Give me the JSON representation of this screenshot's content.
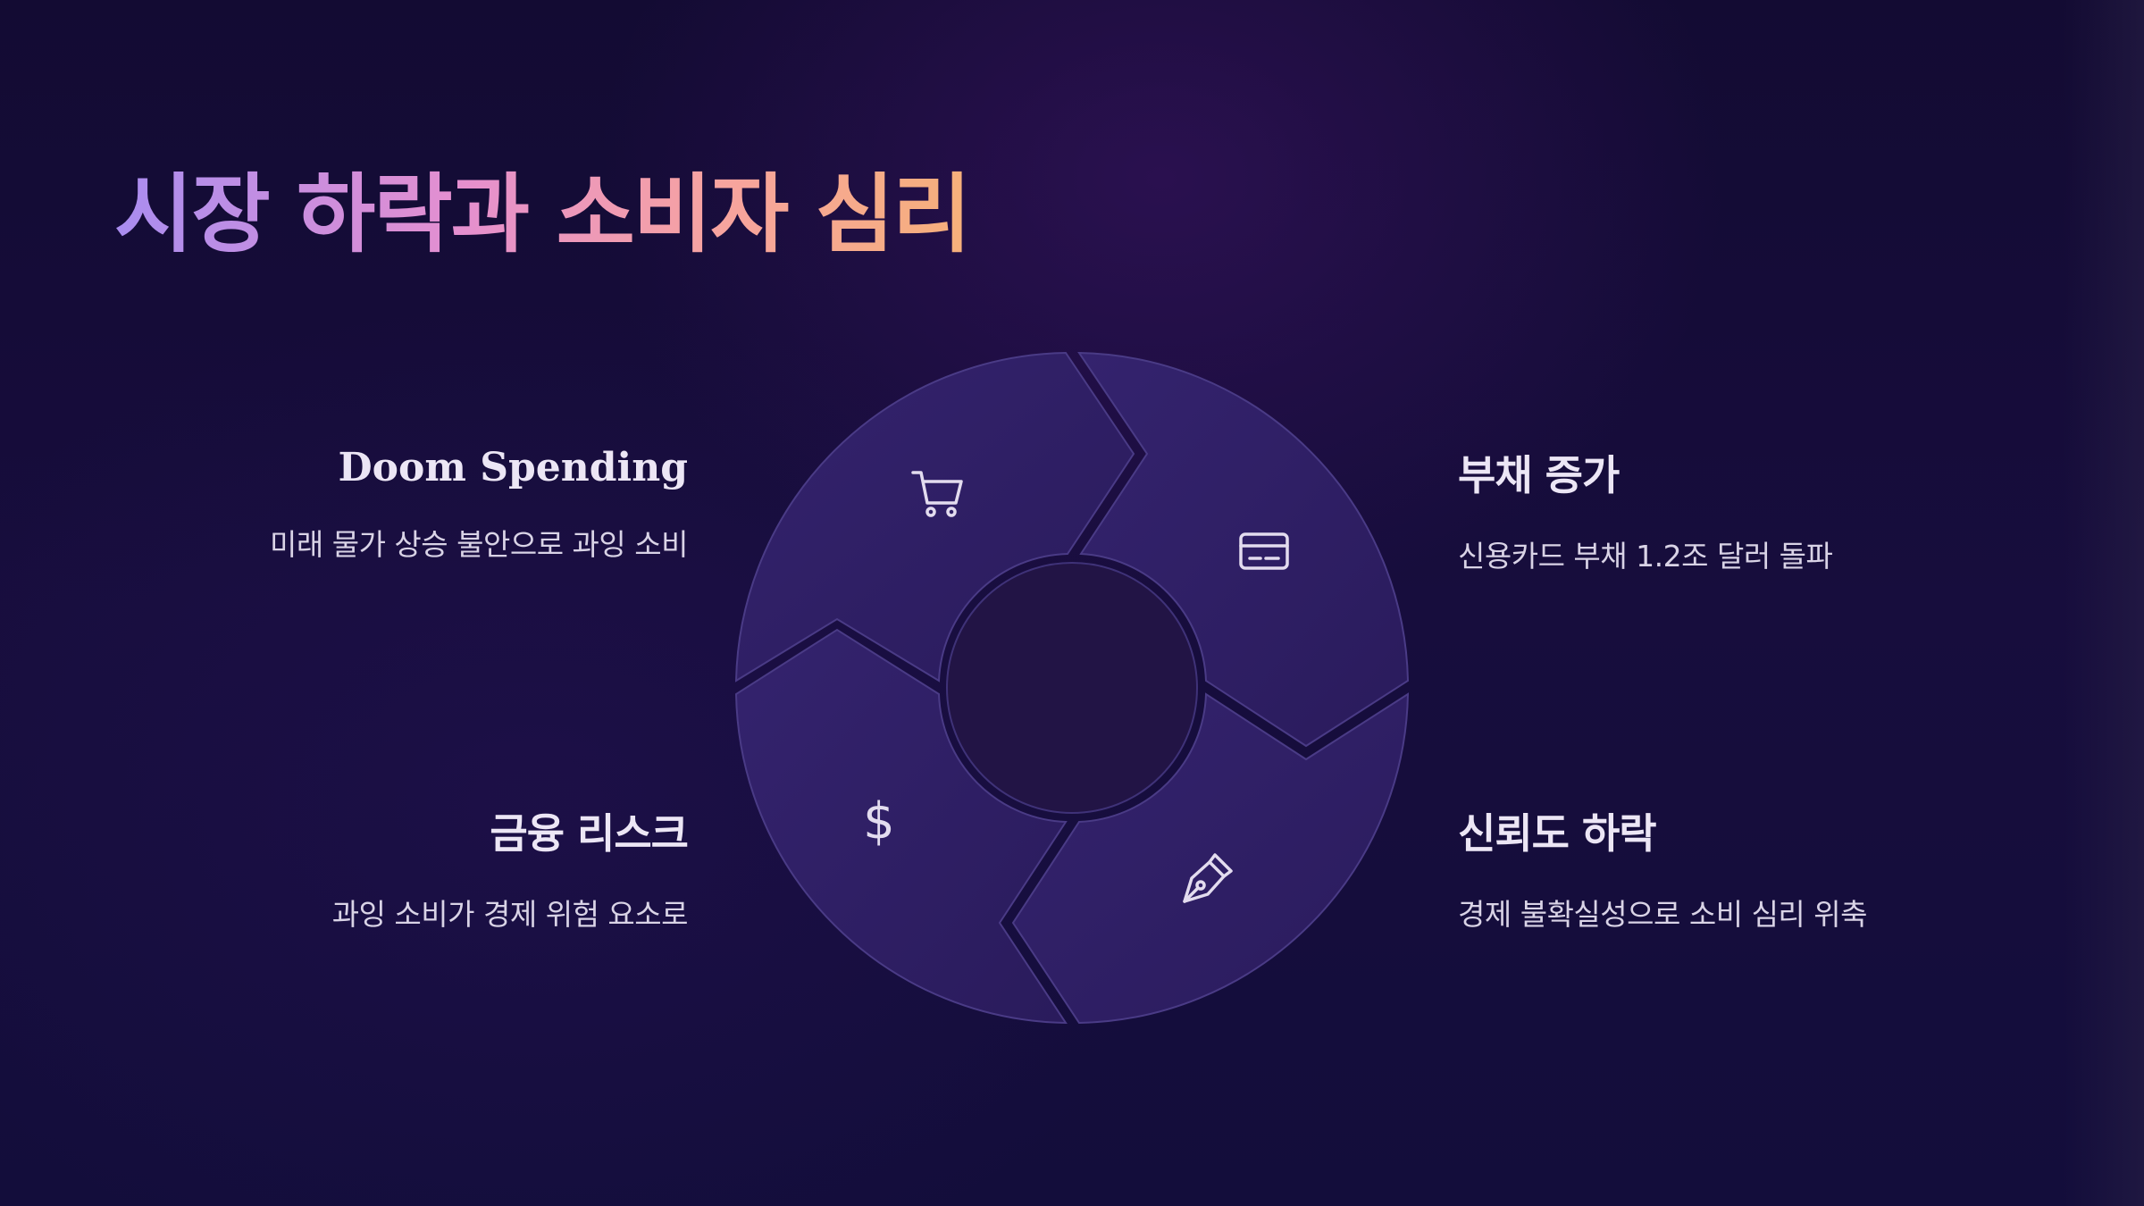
{
  "title": "시장 하락과 소비자 심리",
  "colors": {
    "background": "#150d3a",
    "segment_fill": "#2e1f63",
    "segment_stroke": "#4a3b86",
    "center_fill": "#221445",
    "icon": "#e3dcef",
    "title_gradient": [
      "#a98df0",
      "#e48fd0",
      "#f6b07a"
    ]
  },
  "items": [
    {
      "id": "doom-spending",
      "title": "Doom Spending",
      "description": "미래 물가 상승 불안으로 과잉 소비",
      "icon": "shopping-cart-icon"
    },
    {
      "id": "debt-increase",
      "title": "부채 증가",
      "description": "신용카드 부채 1.2조 달러 돌파",
      "icon": "credit-card-icon"
    },
    {
      "id": "confidence-decline",
      "title": "신뢰도 하락",
      "description": "경제 불확실성으로 소비 심리 위축",
      "icon": "pen-nib-icon"
    },
    {
      "id": "financial-risk",
      "title": "금융 리스크",
      "description": "과잉 소비가 경제 위험 요소로",
      "icon": "dollar-sign-icon"
    }
  ]
}
